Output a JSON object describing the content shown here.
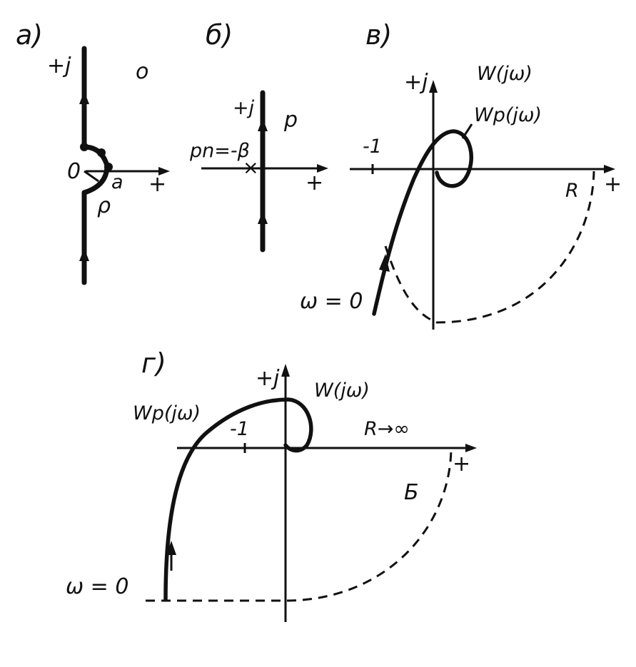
{
  "panels": {
    "a": {
      "label": "а)",
      "axis_imag": "+j",
      "axis_real": "+",
      "origin": "0",
      "point": "a",
      "radius": "ρ",
      "plane": "o"
    },
    "b": {
      "label": "б)",
      "axis_imag": "+j",
      "axis_real": "+",
      "pole": "pn=-β",
      "plane": "p"
    },
    "v": {
      "label": "в)",
      "axis_imag": "+j",
      "axis_real": "+",
      "minus_one": "-1",
      "curve_label": "W(jω)",
      "curve_label_2": "Wp(jω)",
      "radius": "R",
      "omega_zero": "ω = 0"
    },
    "g": {
      "label": "г)",
      "axis_imag": "+j",
      "axis_real": "+",
      "minus_one": "-1",
      "curve_label": "W(jω)",
      "curve_label_2": "Wp(jω)",
      "radius": "R→∞",
      "region": "Б",
      "omega_zero": "ω = 0"
    }
  },
  "colors": {
    "ink": "#111111",
    "background": "#ffffff"
  }
}
